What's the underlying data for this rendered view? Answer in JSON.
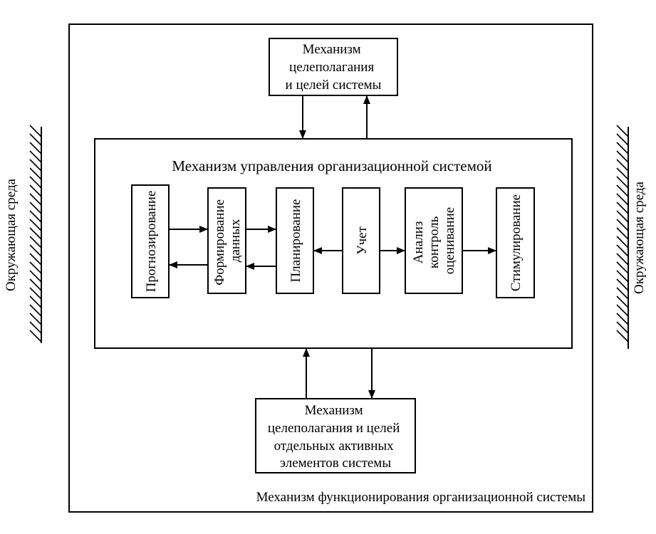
{
  "environment_left": "Окружающая среда",
  "environment_right": "Окружающая среда",
  "outer_caption": "Механизм функционирования организационной системы",
  "top_box": [
    "Механизм",
    "целеполагания",
    "и целей системы"
  ],
  "bottom_box": [
    "Механизм",
    "целеполагания и целей",
    "отдельных активных",
    "элементов системы"
  ],
  "inner_title": "Механизм управления организационной системой",
  "blocks": {
    "prognoz": [
      "Прогнозирование"
    ],
    "formir": [
      "Формирование",
      "данных"
    ],
    "plan": [
      "Планирование"
    ],
    "uchet": [
      "Учет"
    ],
    "analiz": [
      "Анализ",
      "контроль",
      "оценивание"
    ],
    "stimul": [
      "Стимулирование"
    ]
  },
  "colors": {
    "line": "#000000",
    "background": "#ffffff"
  }
}
